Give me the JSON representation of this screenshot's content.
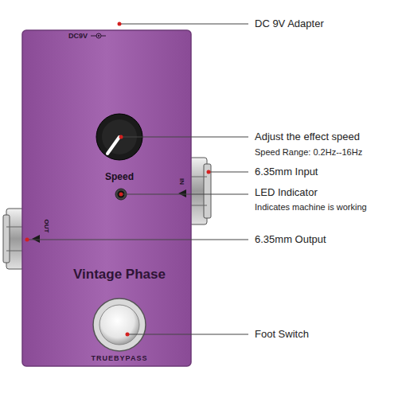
{
  "diagram": {
    "nodes": [
      {
        "text": [
          "DC9V",
          "Speed",
          "IN",
          "OUT",
          "Vintage Phase",
          "TRUEBYPASS"
        ]
      }
    ],
    "labels": [
      "DC 9V Adapter",
      "Adjust the effect speed",
      "Speed Range: 0.2Hz--16Hz",
      "6.35mm Input",
      "LED Indicator",
      "Indicates machine is working",
      "6.35mm Output",
      "Foot Switch"
    ]
  }
}
